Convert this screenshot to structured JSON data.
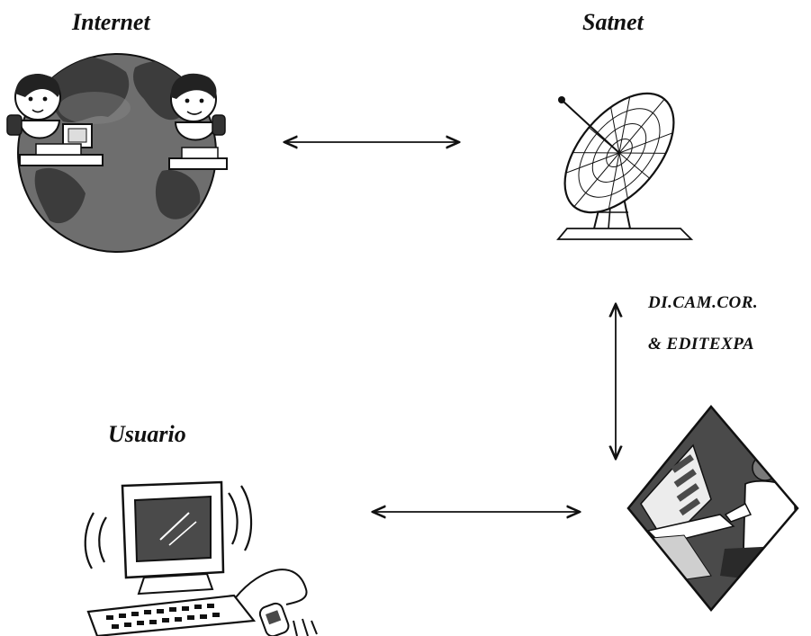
{
  "nodes": {
    "internet": {
      "label": "Internet",
      "icon": "globe-with-people-icon"
    },
    "satnet": {
      "label": "Satnet",
      "icon": "satellite-dish-icon"
    },
    "provider": {
      "line1": "DI.CAM.COR.",
      "line2": "& EDITEXPA",
      "icon": "operator-workstation-icon"
    },
    "usuario": {
      "label": "Usuario",
      "icon": "user-computer-icon"
    }
  },
  "colors": {
    "ink": "#111111",
    "globe": "#6e6e6e",
    "continent": "#3c3c3c",
    "dark_fill": "#4a4a4a"
  }
}
